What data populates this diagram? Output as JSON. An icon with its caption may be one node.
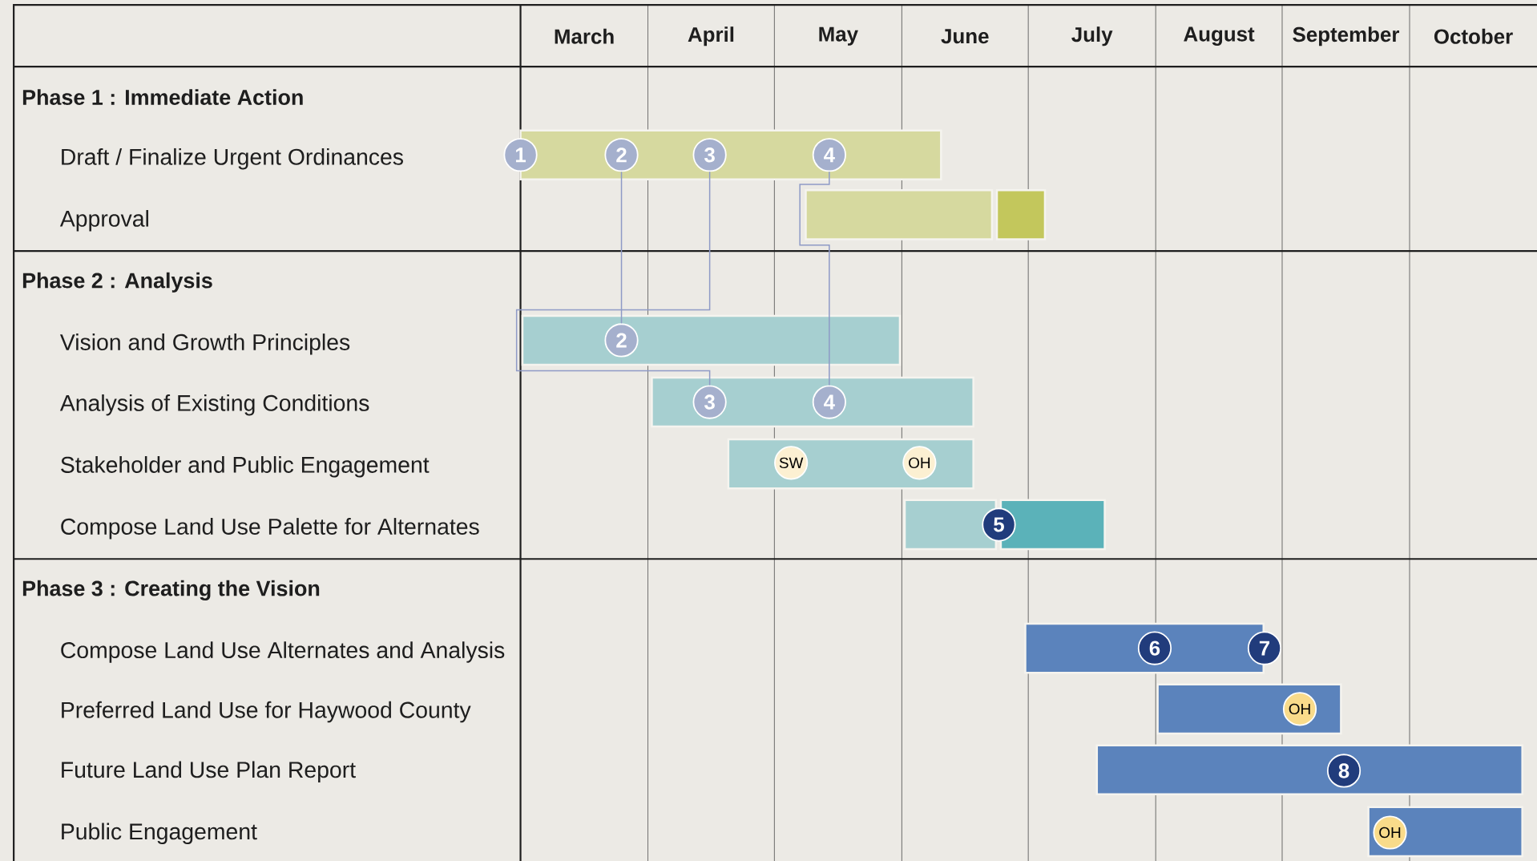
{
  "diagram": {
    "nodes": [
      {
        "text": [],
        "shape": "bar"
      },
      {
        "text": [],
        "shape": "bar"
      },
      {
        "text": [],
        "shape": "bar"
      },
      {
        "text": [],
        "shape": "bar"
      },
      {
        "text": [],
        "shape": "bar"
      },
      {
        "text": [],
        "shape": "bar"
      },
      {
        "text": [],
        "shape": "bar"
      },
      {
        "text": [],
        "shape": "bar"
      },
      {
        "text": [],
        "shape": "bar"
      },
      {
        "text": [],
        "shape": "bar"
      },
      {
        "text": [],
        "shape": "bar"
      },
      {
        "text": [],
        "shape": "bar"
      },
      {
        "text": [
          "1"
        ]
      },
      {
        "text": [
          "2"
        ],
        "in": 0
      },
      {
        "text": [
          "3"
        ],
        "in": 0
      },
      {
        "text": [
          "4"
        ],
        "in": 0
      },
      {
        "text": [
          "2"
        ],
        "in": 3
      },
      {
        "text": [
          "3"
        ],
        "in": 4
      },
      {
        "text": [
          "4"
        ],
        "in": 4
      },
      {
        "text": [
          "SW"
        ],
        "in": 5
      },
      {
        "text": [
          "OH"
        ],
        "in": 5
      },
      {
        "text": [
          "5"
        ]
      },
      {
        "text": [
          "6"
        ],
        "in": 8
      },
      {
        "text": [
          "7"
        ]
      },
      {
        "text": [
          "OH"
        ],
        "in": 9
      },
      {
        "text": [
          "8"
        ],
        "in": 10
      },
      {
        "text": [
          "OH"
        ],
        "in": 11
      }
    ],
    "edges": [
      {
        "from": 13,
        "to": 16,
        "arrow": "none"
      },
      {
        "from": 14,
        "to": 17,
        "arrow": "none"
      },
      {
        "from": 15,
        "to": 18,
        "arrow": "none"
      }
    ],
    "labels": [
      "March",
      "April",
      "May",
      "June",
      "July",
      "August",
      "September",
      "October",
      "Phase 1 : Immediate Action",
      "Draft / Finalize Urgent Ordinances",
      "Approval",
      "Phase 2 : Analysis",
      "Vision and Growth Principles",
      "Analysis of Existing Conditions",
      "Stakeholder and Public Engagement",
      "Compose Land Use Palette for Alternates",
      "Phase 3 : Creating the Vision",
      "Compose Land Use Alternates and Analysis",
      "Preferred Land Use for Haywood County",
      "Future Land Use Plan Report",
      "Public Engagement"
    ]
  }
}
